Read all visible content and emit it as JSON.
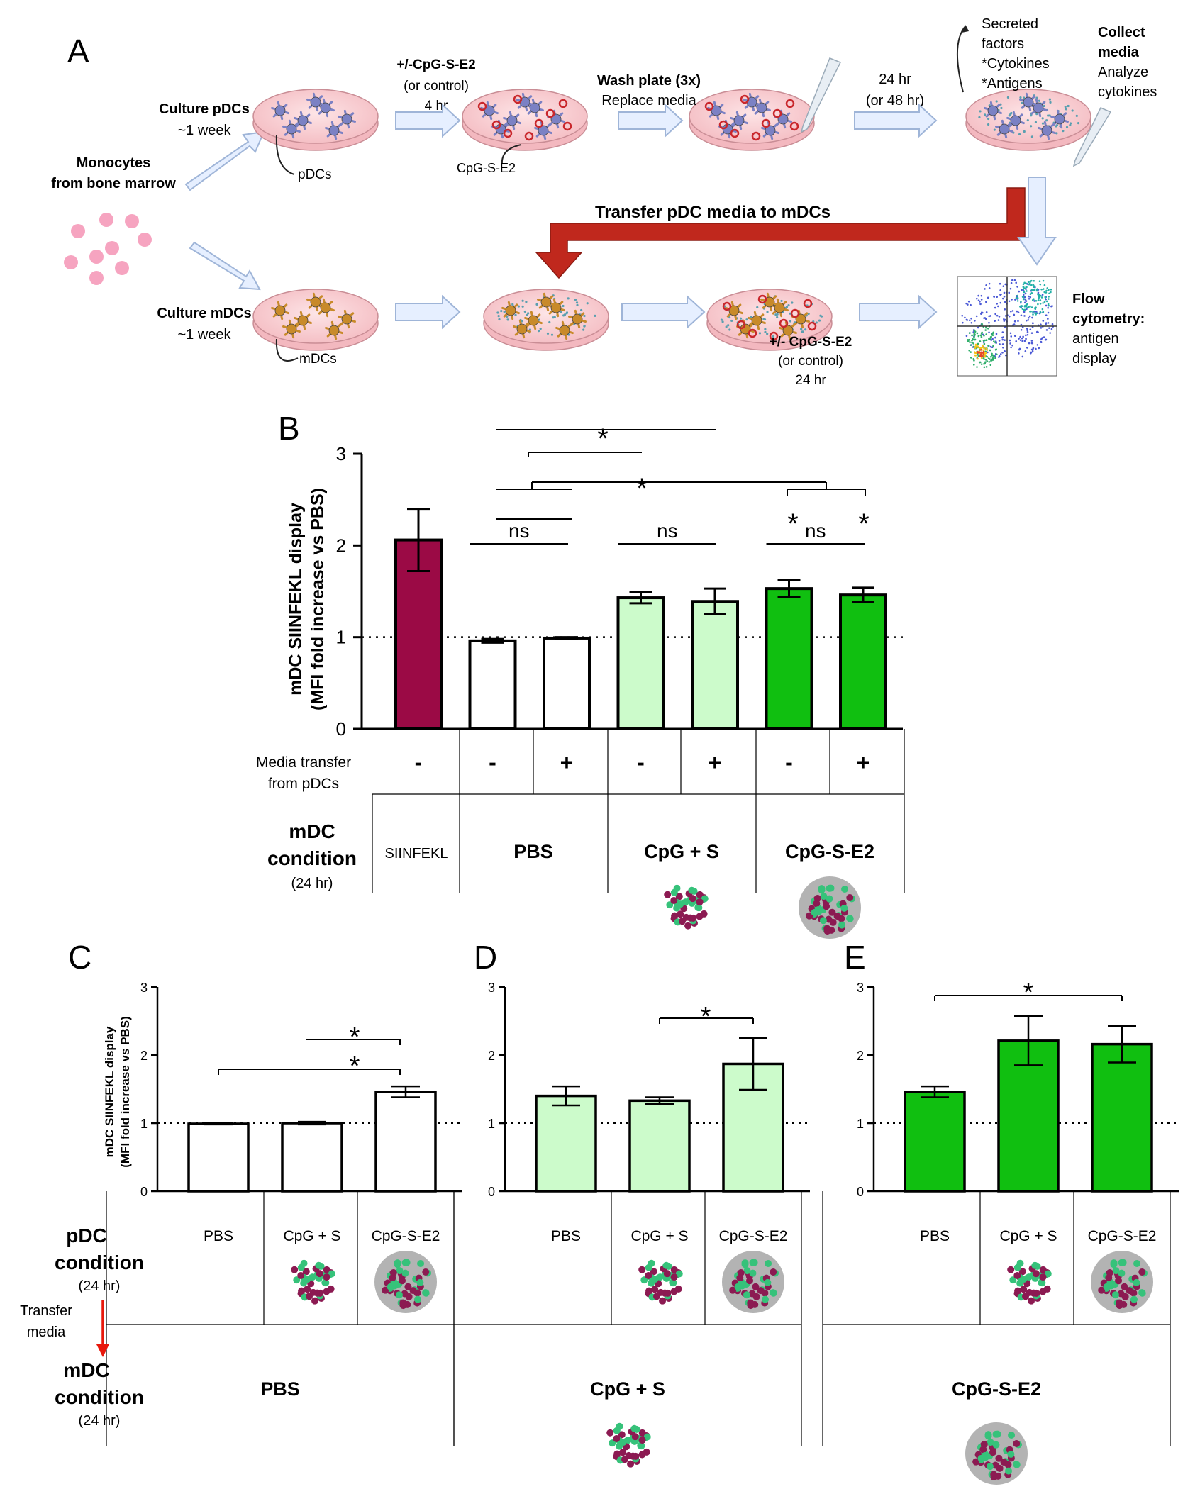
{
  "colors": {
    "siinfekl": "#9b0a45",
    "light_green": "#ccfbcb",
    "green": "#10bf10",
    "white": "#ffffff",
    "arrow_light": "#e6efff",
    "arrow_stroke": "#9fb5d8",
    "red_arrow": "#c0281d",
    "dish_fill": "#f9d2d5",
    "pdc_cell": "#7b81c4",
    "mdc_cell": "#c88a2a",
    "monocyte": "#f59ab9",
    "particle_pink": "#8c1a52",
    "particle_green": "#36c27a"
  },
  "panelA": {
    "letter": "A",
    "monocytes": [
      "Monocytes",
      "from bone marrow"
    ],
    "culture_pdcs": [
      "Culture pDCs",
      "~1 week"
    ],
    "pdcs_label": "pDCs",
    "step1": [
      "+/-CpG-S-E2",
      "(or control)",
      "4 hr"
    ],
    "cpg_label": "CpG-S-E2",
    "wash": [
      "Wash plate (3x)",
      "Replace media"
    ],
    "time": [
      "24 hr",
      "(or 48 hr)"
    ],
    "secreted": [
      "Secreted",
      "factors",
      "*Cytokines",
      "*Antigens"
    ],
    "collect": [
      "Collect",
      "media"
    ],
    "analyze": [
      "Analyze",
      "cytokines"
    ],
    "transfer": "Transfer pDC media to mDCs",
    "culture_mdcs": [
      "Culture mDCs",
      "~1 week"
    ],
    "mdcs_label": "mDCs",
    "step2": [
      "+/- CpG-S-E2",
      "(or control)",
      "24 hr"
    ],
    "flow": [
      "Flow",
      "cytometry:",
      "antigen",
      "display"
    ]
  },
  "panelB": {
    "letter": "B",
    "ylabel_line1": "mDC SIINFEKL display",
    "ylabel_line2": "(MFI fold increase vs  PBS)",
    "media_transfer": [
      "Media transfer",
      "from pDCs"
    ],
    "mdc_condition": [
      "mDC",
      "condition"
    ],
    "condition_time": "(24 hr)",
    "groups": [
      "SIINFEKL",
      "PBS",
      "CpG + S",
      "CpG-S-E2"
    ],
    "signs": [
      "-",
      "-",
      "+",
      "-",
      "+",
      "-",
      "+"
    ],
    "sig_ns": "ns",
    "sig_star": "*"
  },
  "panelsCDE": {
    "letters": [
      "C",
      "D",
      "E"
    ],
    "ylabel_line1": "mDC SIINFEKL display",
    "ylabel_line2": "(MFI fold increase vs  PBS)",
    "pdc_condition": [
      "pDC",
      "condition"
    ],
    "pdc_time": "(24 hr)",
    "transfer_media": [
      "Transfer",
      "media"
    ],
    "mdc_condition": [
      "mDC",
      "condition"
    ],
    "mdc_time": "(24 hr)",
    "categories": [
      "PBS",
      "CpG + S",
      "CpG-S-E2"
    ],
    "bottom_labels": [
      "PBS",
      "CpG + S",
      "CpG-S-E2"
    ]
  },
  "chart_data": [
    {
      "type": "bar",
      "panel": "B",
      "categories": [
        "SIINFEKL",
        "PBS -",
        "PBS +",
        "CpG + S -",
        "CpG + S +",
        "CpG-S-E2 -",
        "CpG-S-E2 +"
      ],
      "values": [
        2.06,
        0.96,
        0.99,
        1.43,
        1.39,
        1.53,
        1.46
      ],
      "errors": [
        0.34,
        0.02,
        0.01,
        0.06,
        0.14,
        0.09,
        0.08
      ],
      "ylim": [
        0,
        3
      ],
      "yticks": [
        0,
        1,
        2,
        3
      ],
      "reference_line": 1
    },
    {
      "type": "bar",
      "panel": "C",
      "categories": [
        "PBS",
        "CpG + S",
        "CpG-S-E2"
      ],
      "values": [
        0.99,
        1.0,
        1.46
      ],
      "errors": [
        0.01,
        0.02,
        0.08
      ],
      "ylim": [
        0,
        3
      ],
      "yticks": [
        0,
        1,
        2,
        3
      ],
      "reference_line": 1
    },
    {
      "type": "bar",
      "panel": "D",
      "categories": [
        "PBS",
        "CpG + S",
        "CpG-S-E2"
      ],
      "values": [
        1.4,
        1.33,
        1.87
      ],
      "errors": [
        0.14,
        0.05,
        0.38
      ],
      "ylim": [
        0,
        3
      ],
      "yticks": [
        0,
        1,
        2,
        3
      ],
      "reference_line": 1
    },
    {
      "type": "bar",
      "panel": "E",
      "categories": [
        "PBS",
        "CpG + S",
        "CpG-S-E2"
      ],
      "values": [
        1.46,
        2.21,
        2.16
      ],
      "errors": [
        0.08,
        0.36,
        0.27
      ],
      "ylim": [
        0,
        3
      ],
      "yticks": [
        0,
        1,
        2,
        3
      ],
      "reference_line": 1
    }
  ]
}
